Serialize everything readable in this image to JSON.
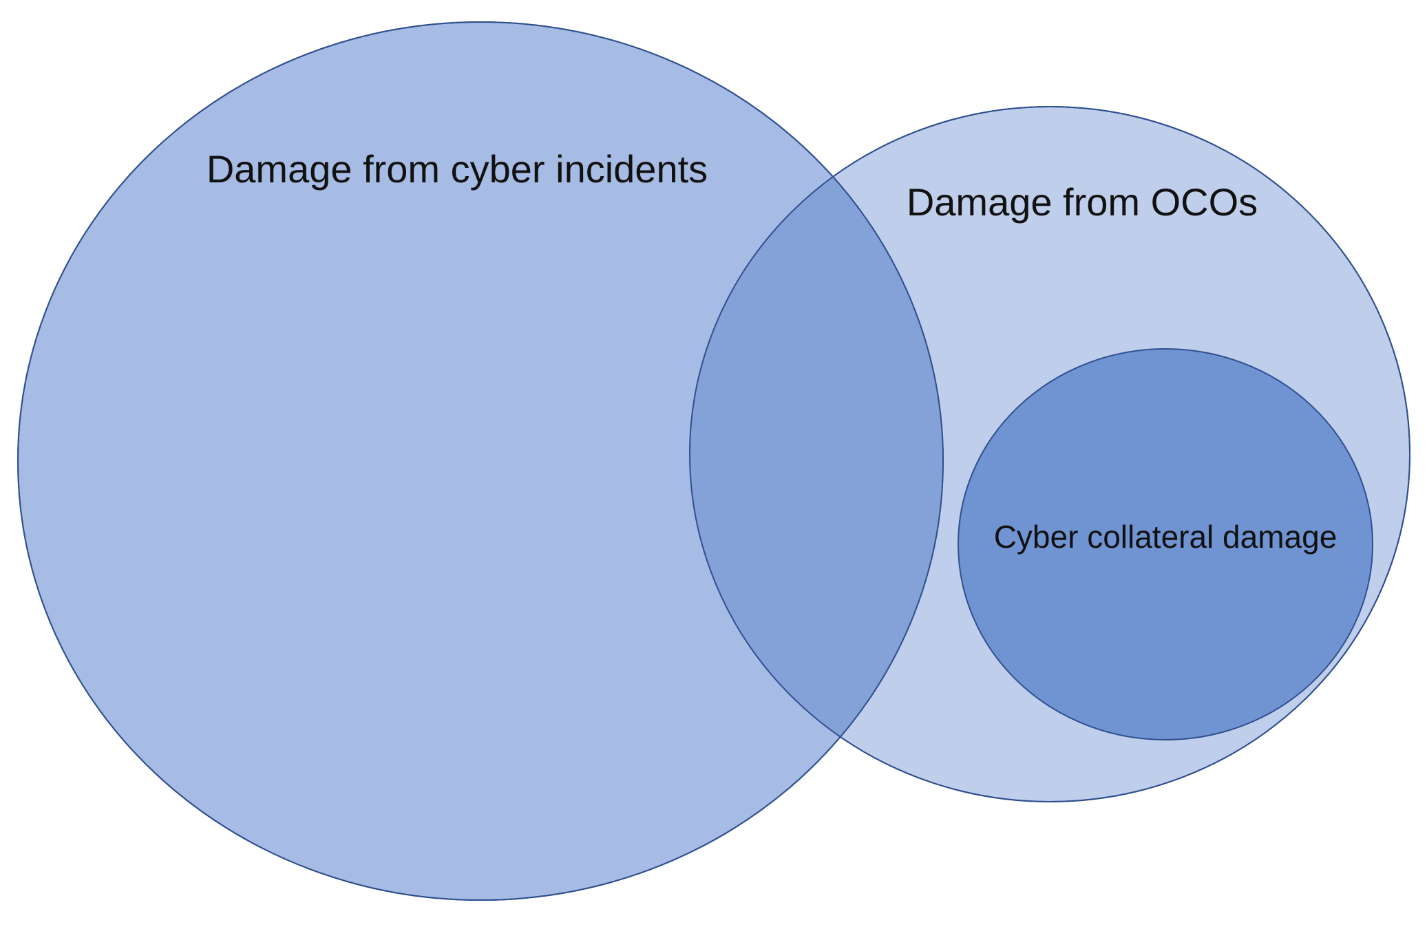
{
  "diagram": {
    "sets": [
      {
        "id": "cyber-incidents",
        "label": "Damage from cyber incidents",
        "fill": "#a7bce4"
      },
      {
        "id": "ocos",
        "label": "Damage from OCOs",
        "fill": "#bfcfeb"
      },
      {
        "id": "collateral",
        "label": "Cyber collateral damage",
        "fill": "#7093d2"
      }
    ],
    "overlap_fill": "#84a2d8",
    "stroke": "#2f4f8f",
    "relations": [
      {
        "type": "overlap",
        "sets": [
          "cyber-incidents",
          "ocos"
        ]
      },
      {
        "type": "subset",
        "subset": "collateral",
        "of": "ocos"
      }
    ]
  }
}
